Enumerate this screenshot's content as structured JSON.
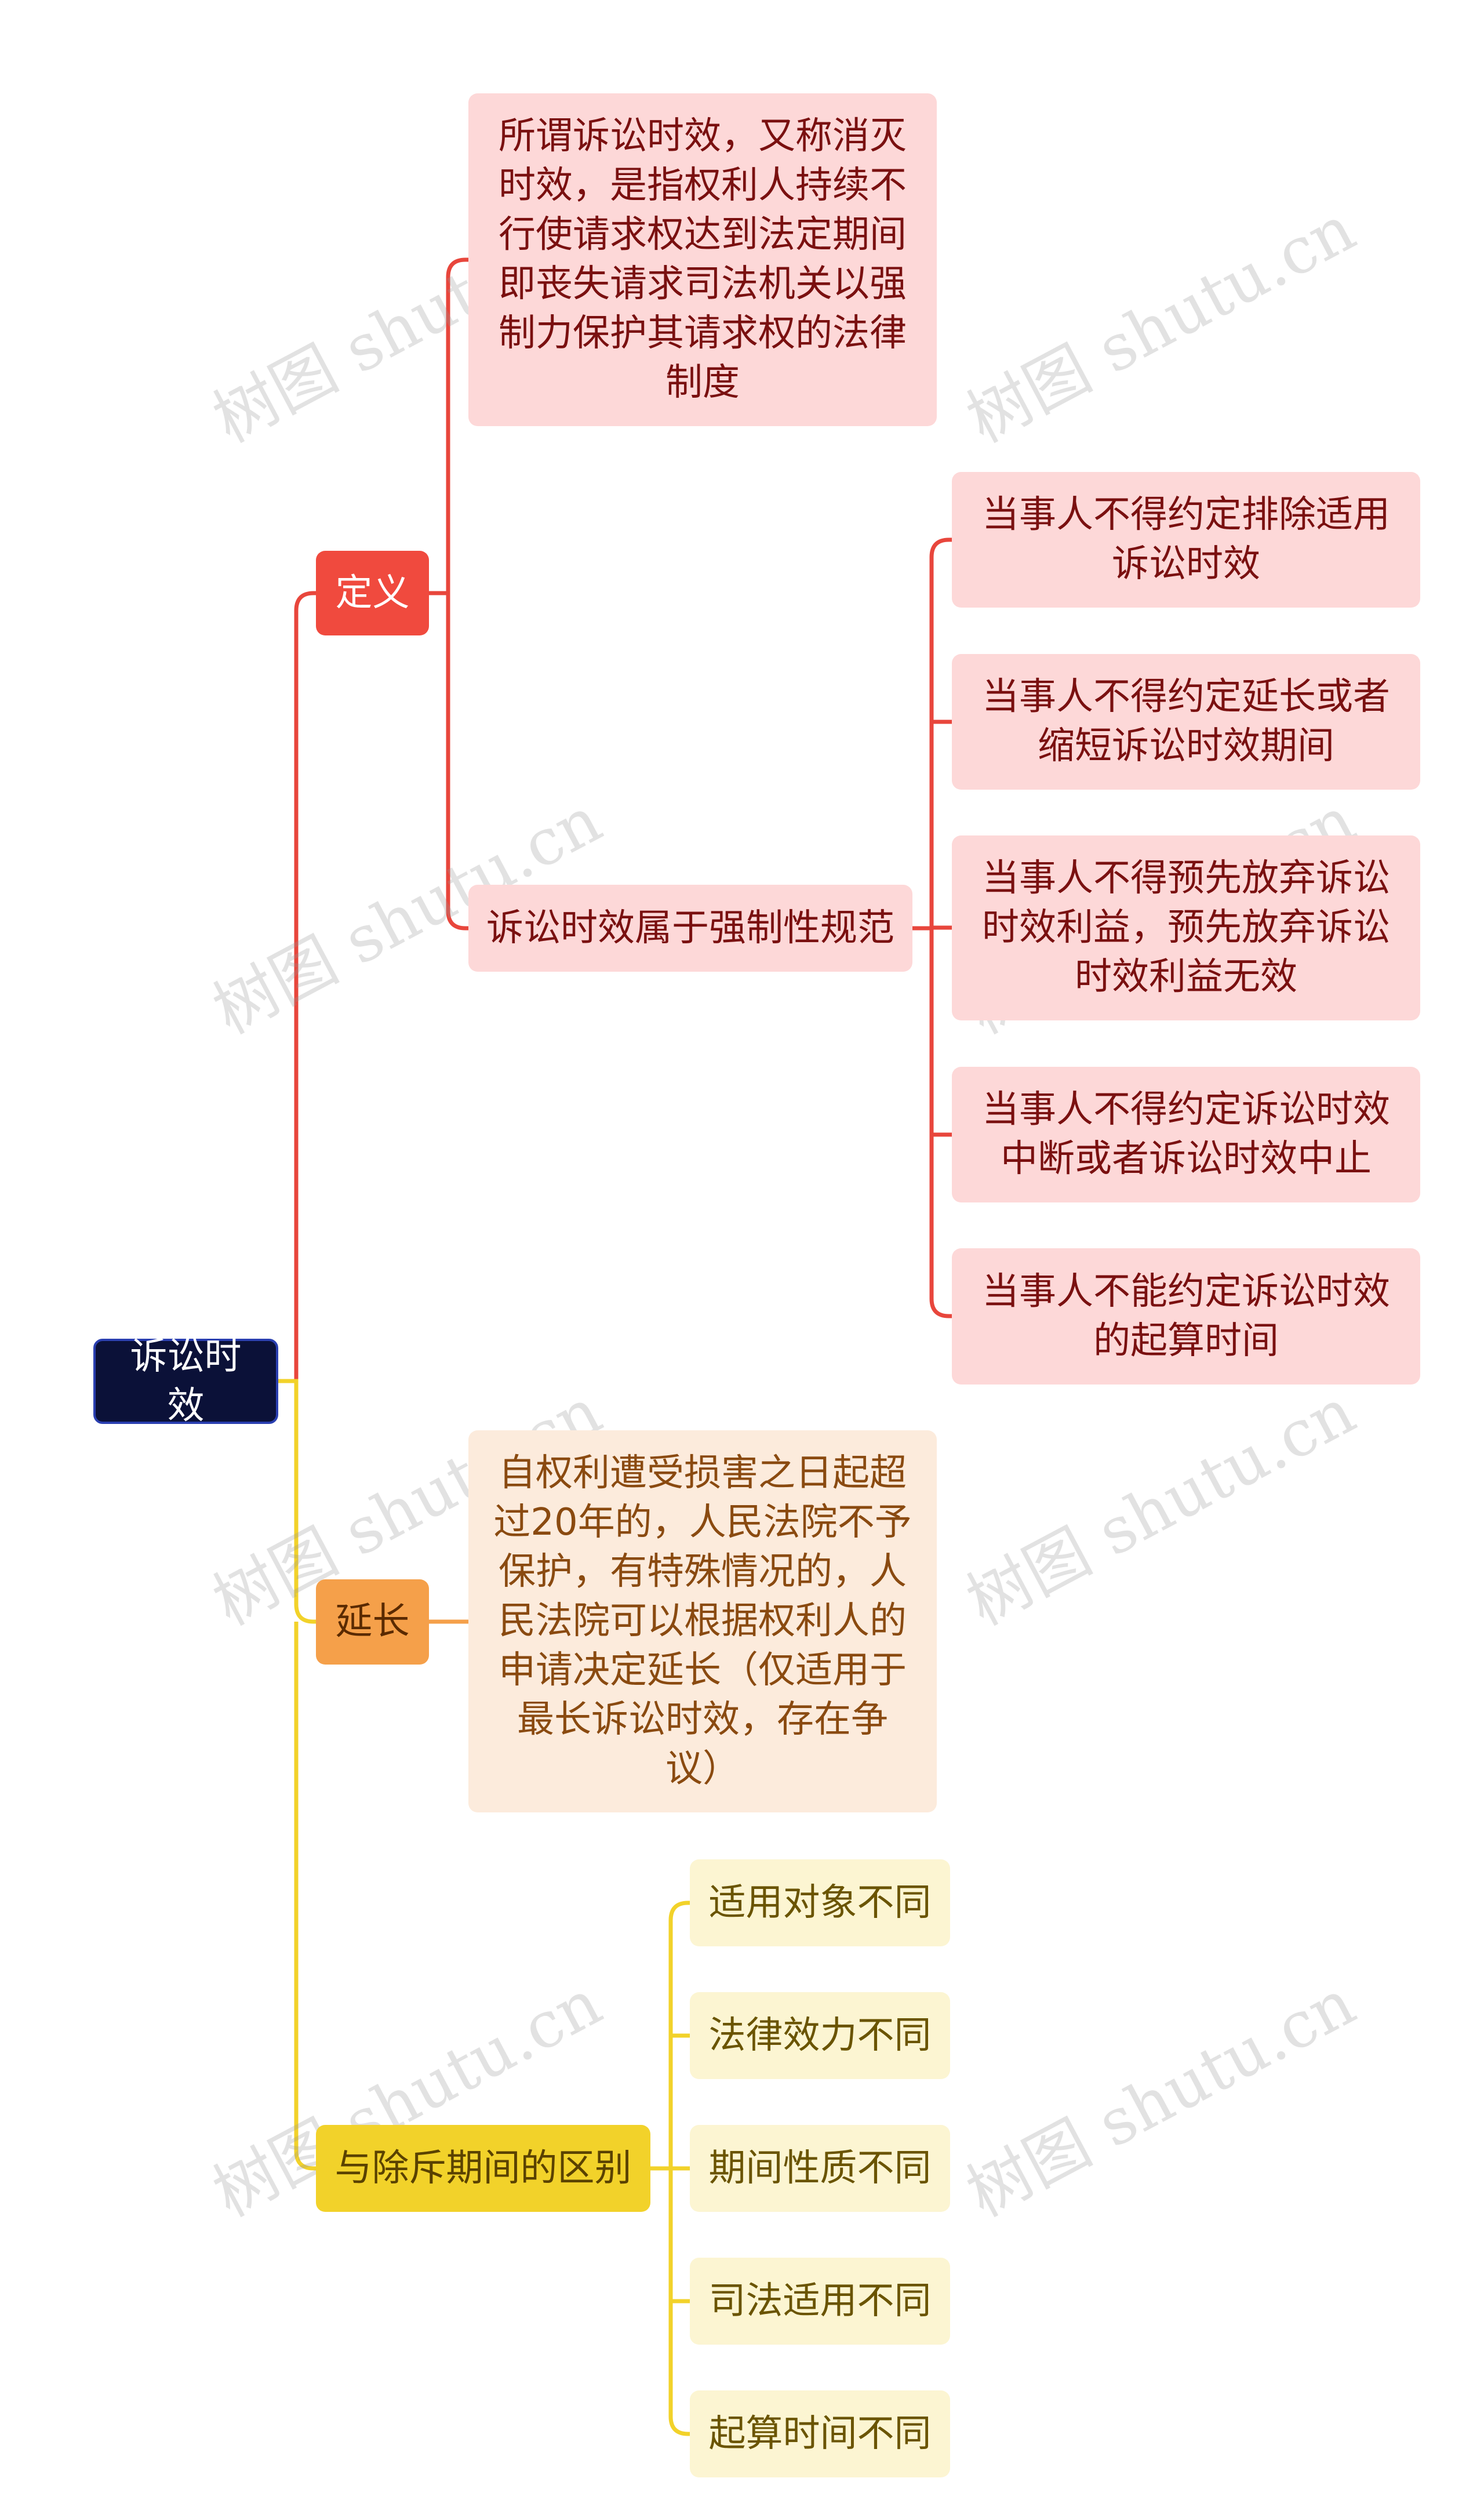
{
  "root": {
    "label": "诉讼时效"
  },
  "definition": {
    "label": "定义",
    "text": "所谓诉讼时效，又称消灭时效，是指权利人持续不行使请求权达到法定期间即丧失请求司法机关以强制力保护其请求权的法律制度",
    "mandatory": {
      "label": "诉讼时效属于强制性规范",
      "items": [
        "当事人不得约定排除适用诉讼时效",
        "当事人不得约定延长或者缩短诉讼时效期间",
        "当事人不得预先放弃诉讼时效利益，预先放弃诉讼时效利益无效",
        "当事人不得约定诉讼时效中断或者诉讼时效中止",
        "当事人不能约定诉讼时效的起算时间"
      ]
    }
  },
  "extension": {
    "label": "延长",
    "text": "自权利遭受损害之日起超过20年的，人民法院不予保护，有特殊情况的，人民法院可以根据权利人的申请决定延长（仅适用于最长诉讼时效，存在争议）"
  },
  "difference": {
    "label": "与除斥期间的区别",
    "items": [
      "适用对象不同",
      "法律效力不同",
      "期间性质不同",
      "司法适用不同",
      "起算时间不同"
    ]
  },
  "watermark": "树图 shutu.cn",
  "colors": {
    "red": "#f04a3e",
    "orange": "#f5a04a",
    "yellow": "#f2d22a",
    "root": "#0b1138"
  }
}
